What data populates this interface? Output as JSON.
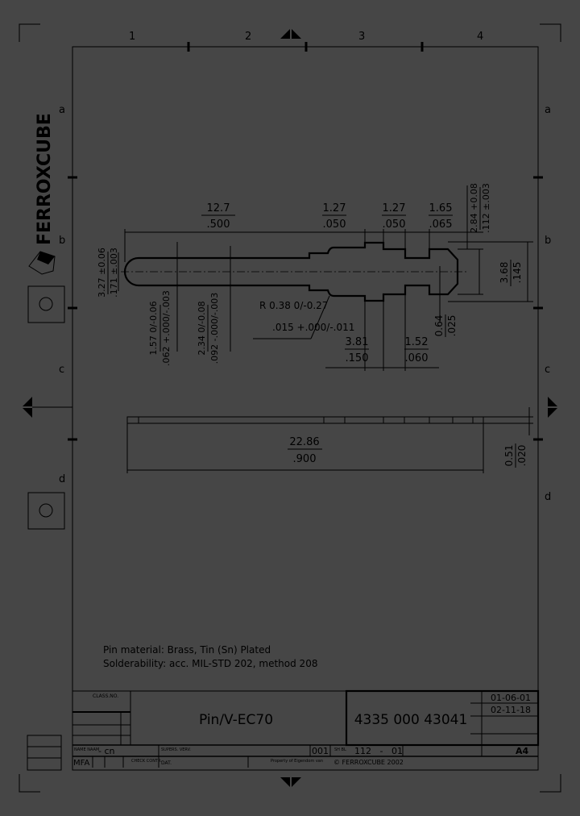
{
  "sheet": {
    "columns": [
      "1",
      "2",
      "3",
      "4"
    ],
    "rows": [
      "a",
      "b",
      "c",
      "d"
    ]
  },
  "logo": {
    "brand": "FERROXCUBE"
  },
  "dimensions": {
    "d1_mm": "12.7",
    "d1_in": ".500",
    "d2_mm": "1.27",
    "d2_in": ".050",
    "d3_mm": "1.27",
    "d3_in": ".050",
    "d4_mm": "1.65",
    "d4_in": ".065",
    "d5_mm": "2.84 +0.08",
    "d5_in": ".112 ±.003",
    "d6_mm": "3.68",
    "d6_in": ".145",
    "d7_mm": "3.27 ±0.06",
    "d7_in": ".171 ±.003",
    "d8_mm": "1.57 0/-0.06",
    "d8_in": ".062 +.000/-.003",
    "d9_mm": "2.34 0/-0.08",
    "d9_in": ".092 -.000/-.003",
    "r_mm": "R 0.38 0/-0.27",
    "r_in": ".015 +.000/-.011",
    "d10_mm": "3.81",
    "d10_in": ".150",
    "d11_mm": "1.52",
    "d11_in": ".060",
    "d12_mm": "0.64",
    "d12_in": ".025",
    "d13_mm": "22.86",
    "d13_in": ".900",
    "d14_mm": "0.51",
    "d14_in": ".020"
  },
  "notes": [
    "Pin material:  Brass,  Tin (Sn) Plated",
    "Solderability:  acc. MIL-STD 202, method 208"
  ],
  "title_block": {
    "class_no_label": "CLASS.NO.",
    "title": "Pin/V-EC70",
    "part_number": "4335 000 43041",
    "date1": "01-06-01",
    "date2": "02-11-18",
    "name_label": "NAME\nNAAM",
    "name_value": "- cn",
    "supers_label": "SUPERS.\nVERV.",
    "sheet_no": "001",
    "sh_label": "SH\nBL",
    "code": "112   -   01",
    "format": "A4",
    "initials": "MFA",
    "check_label": "CHECK\nCONTR.",
    "date_label": "DAT.",
    "property_label": "Property of\nEigendom van",
    "copyright": "© FERROXCUBE 2002"
  }
}
